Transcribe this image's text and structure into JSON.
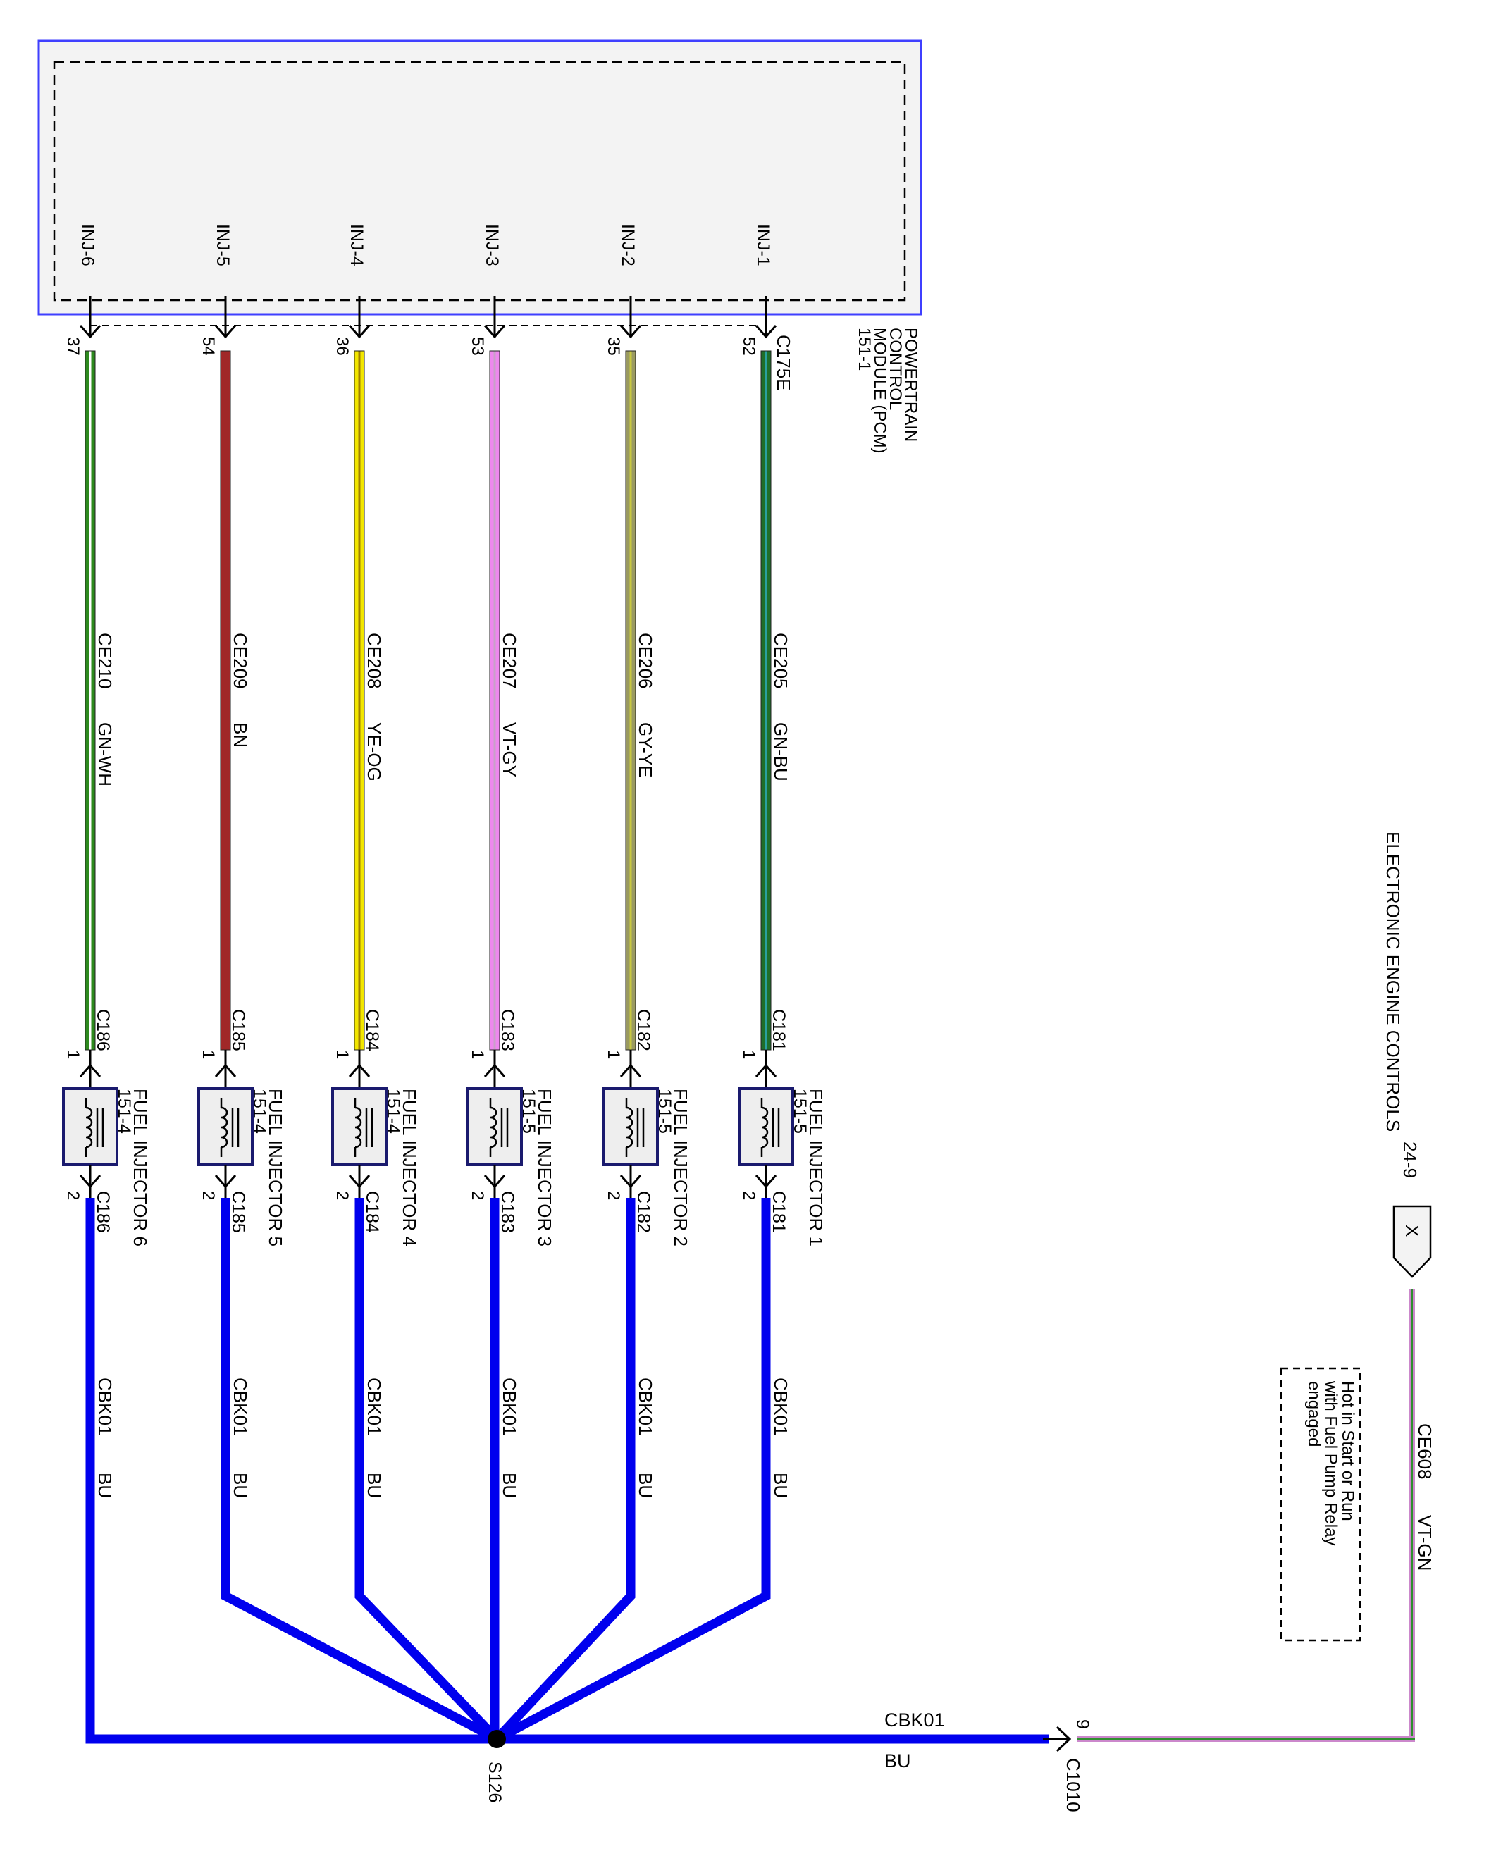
{
  "pcm": {
    "name_lines": [
      "POWERTRAIN",
      "CONTROL",
      "MODULE (PCM)",
      "151-1"
    ],
    "connector": "C175E"
  },
  "ground": {
    "splice": "S126",
    "wire_id": "CBK01",
    "wire_color_code": "BU",
    "end_pin": "9",
    "end_connector": "C1010"
  },
  "feed": {
    "wire_id": "CE608",
    "wire_color_code": "VT-GN",
    "page_ref": "24-9",
    "page_title": "ELECTRONIC ENGINE CONTROLS",
    "marker_label": "X",
    "note_lines": [
      "Hot in Start or Run",
      "with Fuel Pump Relay",
      "engaged"
    ]
  },
  "injectors": [
    {
      "pin_label": "INJ-6",
      "pcm_pin": "37",
      "wire_id": "CE210",
      "color_code": "GN-WH",
      "connector": "C186",
      "pin_top": "1",
      "pin_bottom": "2",
      "name": "FUEL INJECTOR 6",
      "page": "151-4",
      "ground_wire": "CBK01",
      "ground_color": "BU"
    },
    {
      "pin_label": "INJ-5",
      "pcm_pin": "54",
      "wire_id": "CE209",
      "color_code": "BN",
      "connector": "C185",
      "pin_top": "1",
      "pin_bottom": "2",
      "name": "FUEL INJECTOR 5",
      "page": "151-4",
      "ground_wire": "CBK01",
      "ground_color": "BU"
    },
    {
      "pin_label": "INJ-4",
      "pcm_pin": "36",
      "wire_id": "CE208",
      "color_code": "YE-OG",
      "connector": "C184",
      "pin_top": "1",
      "pin_bottom": "2",
      "name": "FUEL INJECTOR 4",
      "page": "151-4",
      "ground_wire": "CBK01",
      "ground_color": "BU"
    },
    {
      "pin_label": "INJ-3",
      "pcm_pin": "53",
      "wire_id": "CE207",
      "color_code": "VT-GY",
      "connector": "C183",
      "pin_top": "1",
      "pin_bottom": "2",
      "name": "FUEL INJECTOR 3",
      "page": "151-5",
      "ground_wire": "CBK01",
      "ground_color": "BU"
    },
    {
      "pin_label": "INJ-2",
      "pcm_pin": "35",
      "wire_id": "CE206",
      "color_code": "GY-YE",
      "connector": "C182",
      "pin_top": "1",
      "pin_bottom": "2",
      "name": "FUEL INJECTOR 2",
      "page": "151-5",
      "ground_wire": "CBK01",
      "ground_color": "BU"
    },
    {
      "pin_label": "INJ-1",
      "pcm_pin": "52",
      "wire_id": "CE205",
      "color_code": "GN-BU",
      "connector": "C181",
      "pin_top": "1",
      "pin_bottom": "2",
      "name": "FUEL INJECTOR 1",
      "page": "151-5",
      "ground_wire": "CBK01",
      "ground_color": "BU"
    }
  ],
  "colors": {
    "module_border": "#3f3fff",
    "module_fill": "#f3f3f3",
    "ground_wire": "#0000ee",
    "feed_wire_main": "#cc88cc",
    "feed_wire_stripe": "#2f8f2f",
    "injector_box_fill": "#eeeeee",
    "injector_box_border": "#1a1a6e",
    "wires": [
      {
        "main": "#2d8a1e",
        "stripe": "#ffffff"
      },
      {
        "main": "#a02828",
        "stripe": "#a02828"
      },
      {
        "main": "#f2e600",
        "stripe": "#a08000"
      },
      {
        "main": "#ee88ee",
        "stripe": "#c8a0c8"
      },
      {
        "main": "#9a9a60",
        "stripe": "#c8c840"
      },
      {
        "main": "#1f6e2a",
        "stripe": "#2aa0a0"
      }
    ]
  }
}
